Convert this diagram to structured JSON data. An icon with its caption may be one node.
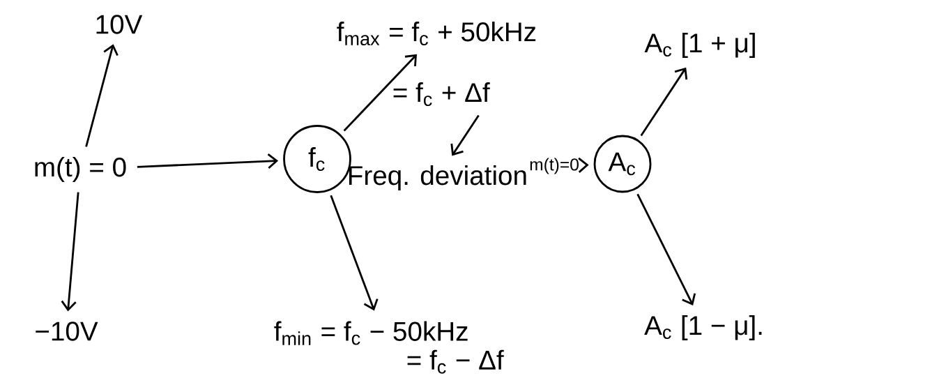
{
  "diagram": {
    "nodes": [
      {
        "text": [
          "m(t) = 0"
        ]
      },
      {
        "text": [
          "10V"
        ]
      },
      {
        "text": [
          "−10V"
        ]
      },
      {
        "text": [
          "f$_{c}$"
        ]
      },
      {
        "text": [
          "f$_{max}$ = f$_{c}$ + 50kHz"
        ]
      },
      {
        "text": [
          "= f$_{c}$ + Δf"
        ]
      },
      {
        "text": [
          "Freq. deviation"
        ]
      },
      {
        "text": [
          "f$_{min}$ = f$_{c}$ − 50kHz",
          "= f$_{c}$ − Δf"
        ]
      },
      {
        "text": [
          "m(t)=0"
        ]
      },
      {
        "text": [
          "A$_{c}$"
        ]
      },
      {
        "text": [
          "A$_{c}$ [1 + μ]"
        ]
      },
      {
        "text": [
          "A$_{c}$ [1 − μ]."
        ]
      }
    ],
    "edges": [
      {
        "from": 0,
        "to": 1,
        "arrow": "to"
      },
      {
        "from": 0,
        "to": 2,
        "arrow": "to"
      },
      {
        "from": 0,
        "to": 3,
        "arrow": "to"
      },
      {
        "from": 3,
        "to": 4,
        "arrow": "to"
      },
      {
        "from": 3,
        "to": 7,
        "arrow": "to"
      },
      {
        "from": 5,
        "to": 6,
        "arrow": "to"
      },
      {
        "from": 8,
        "to": 9,
        "arrow": "to"
      },
      {
        "from": 9,
        "to": 10,
        "arrow": "to"
      },
      {
        "from": 9,
        "to": 11,
        "arrow": "to"
      }
    ]
  }
}
